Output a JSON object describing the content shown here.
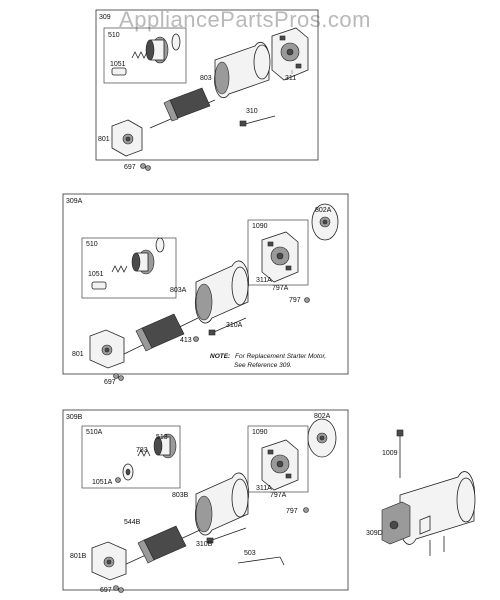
{
  "watermark": "AppliancePartsPros.com",
  "panels": [
    {
      "title": "309",
      "parts": {
        "kit": "510",
        "gear_spring": "1051",
        "brush_plate": "311",
        "housing": "803",
        "bolt": "310",
        "end_cap": "801",
        "nut": "697"
      }
    },
    {
      "title": "309A",
      "parts": {
        "end_plate": "802A",
        "brush_kit": "1090",
        "kit": "510",
        "gear_spring": "1051",
        "housing": "803A",
        "brush_plate": "311A",
        "screw": "797A",
        "washer": "797",
        "bolt": "310A",
        "washer_413": "413",
        "end_cap": "801",
        "nut": "697"
      },
      "note_label": "NOTE:",
      "note_text": "For Replacement Starter Motor,",
      "note_text2": "See Reference 309."
    },
    {
      "title": "309B",
      "parts": {
        "end_plate": "802A",
        "brush_kit": "1090",
        "kit": "510A",
        "retainer": "513",
        "spring": "783",
        "gear_spring": "1051A",
        "housing": "803B",
        "brush_plate": "311A",
        "screw": "797A",
        "washer": "797",
        "armature": "544B",
        "bolt": "310B",
        "wrench": "503",
        "end_cap": "801B",
        "nut": "697"
      }
    }
  ],
  "side_parts": {
    "bolt": "1009",
    "starter": "309D"
  }
}
